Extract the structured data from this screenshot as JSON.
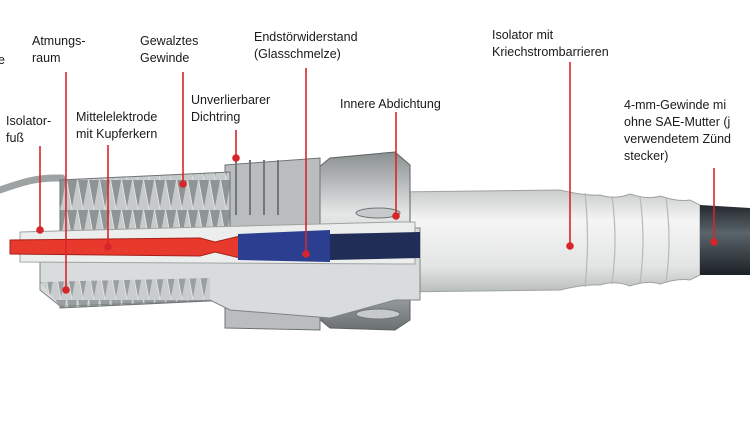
{
  "labels": {
    "partial_left": "e",
    "atmungsraum": [
      "Atmungs-",
      "raum"
    ],
    "isolatorfuss": [
      "Isolator-",
      "fuß"
    ],
    "mittelelektrode": [
      "Mittelelektrode",
      "mit Kupferkern"
    ],
    "gewinde": [
      "Gewalztes",
      "Gewinde"
    ],
    "dichtring": [
      "Unverlierbarer",
      "Dichtring"
    ],
    "endstoer": [
      "Endstörwiderstand",
      "(Glasschmelze)"
    ],
    "abdichtung": [
      "Innere Abdichtung"
    ],
    "isolator": [
      "Isolator mit",
      "Kriechstrombarrieren"
    ],
    "mutter": [
      "4-mm-Gewinde mi",
      "ohne SAE-Mutter (j",
      "verwendetem Zünd",
      "stecker)"
    ]
  },
  "colors": {
    "leader": "#d7262b",
    "electrode": "#e83a2c",
    "glass": "#2b3e8f",
    "metal_light": "#d4d6d6",
    "metal_dark": "#7d8283",
    "ceramic": "#e8eae8",
    "terminal": "#333a40"
  }
}
